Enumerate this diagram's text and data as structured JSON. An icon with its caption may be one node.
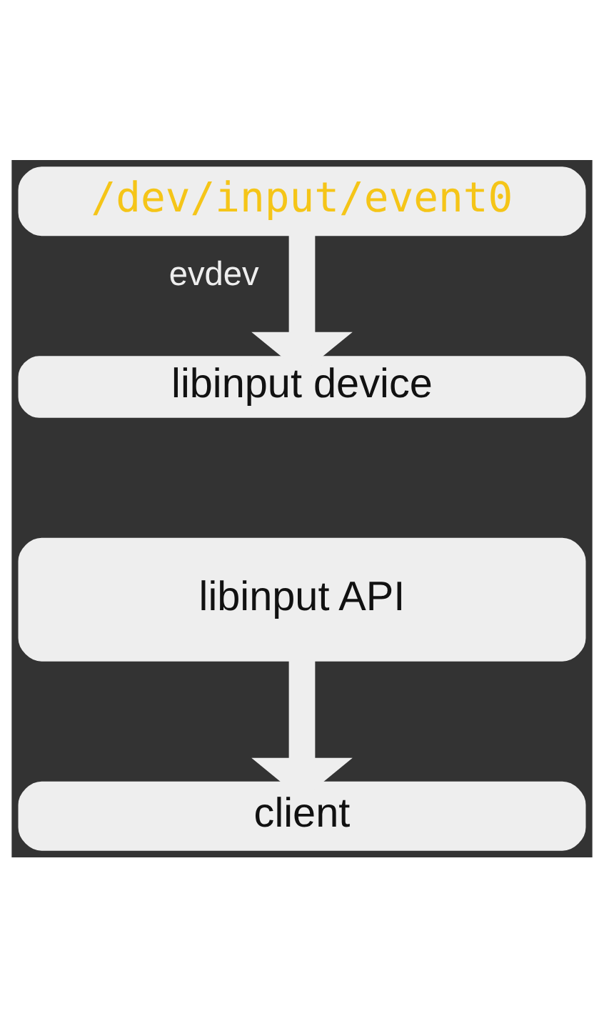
{
  "diagram": {
    "nodes": [
      {
        "text": [
          "/dev/input/event0"
        ]
      },
      {
        "text": [
          "libinput device"
        ]
      },
      {
        "text": [
          "libinput API"
        ]
      },
      {
        "text": [
          "client"
        ]
      }
    ],
    "edges": [
      {
        "from": 0,
        "to": 1,
        "arrow": "to",
        "label": "evdev"
      },
      {
        "from": 2,
        "to": 3,
        "arrow": "to"
      }
    ]
  }
}
